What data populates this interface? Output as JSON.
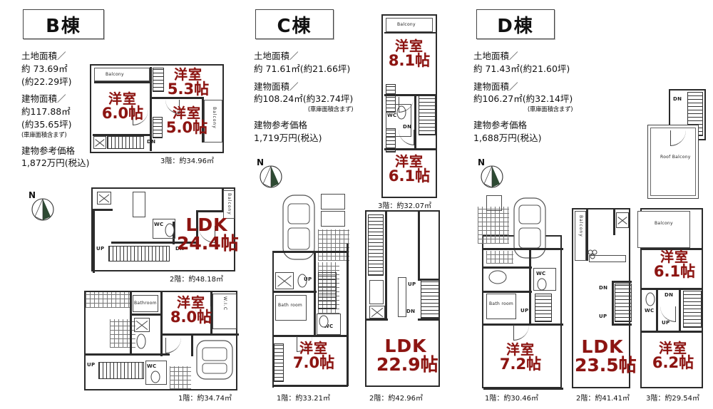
{
  "meta": {
    "accent_red": "#8c1411",
    "ink": "#2b2b2b",
    "unit_tsubo": "坪",
    "unit_jo": "帖",
    "unit_sqm": "m²"
  },
  "buildings": [
    {
      "id": "B",
      "title": "B棟",
      "specs": {
        "land_label": "土地面積／",
        "land_value": "約 73.69㎡",
        "land_tsubo": "(約22.29坪)",
        "building_label": "建物面積／",
        "building_value": "約117.88㎡",
        "building_tsubo": "(約35.65坪)",
        "note": "(車庫面積含まず)",
        "price_label": "建物参考価格",
        "price_value": "1,872万円(税込)"
      },
      "compass_label": "N",
      "floors": [
        {
          "name": "3F",
          "area_caption": "3階：約34.96㎡",
          "rooms": [
            {
              "name": "洋室",
              "size": "6.0帖"
            },
            {
              "name": "洋室",
              "size": "5.3帖"
            },
            {
              "name": "洋室",
              "size": "5.0帖"
            }
          ],
          "small_labels": [
            "Balcony",
            "Balcony",
            "DN"
          ]
        },
        {
          "name": "2F",
          "area_caption": "2階：約48.18㎡",
          "rooms": [
            {
              "name": "LDK",
              "size": "24.4帖"
            }
          ],
          "small_labels": [
            "Balcony",
            "WC",
            "UP",
            "DN"
          ]
        },
        {
          "name": "1F",
          "area_caption": "1階：約34.74㎡",
          "rooms": [
            {
              "name": "洋室",
              "size": "8.0帖"
            }
          ],
          "small_labels": [
            "Bathroom",
            "W.I.C",
            "WC",
            "UP"
          ]
        }
      ]
    },
    {
      "id": "C",
      "title": "C棟",
      "specs": {
        "land_label": "土地面積／",
        "land_value": "約 71.61㎡",
        "land_tsubo": "(約21.66坪)",
        "building_label": "建物面積／",
        "building_value": "約108.24㎡",
        "building_tsubo": "(約32.74坪)",
        "note": "(車庫面積含まず)",
        "price_label": "建物参考価格",
        "price_value": "1,719万円(税込)"
      },
      "compass_label": "N",
      "floors": [
        {
          "name": "3F",
          "area_caption": "3階：約32.07㎡",
          "rooms": [
            {
              "name": "洋室",
              "size": "8.1帖"
            },
            {
              "name": "洋室",
              "size": "6.1帖"
            }
          ],
          "small_labels": [
            "Balcony",
            "WC",
            "DN"
          ]
        },
        {
          "name": "2F",
          "area_caption": "2階：約42.96㎡",
          "rooms": [
            {
              "name": "LDK",
              "size": "22.9帖"
            }
          ],
          "small_labels": [
            "UP",
            "DN"
          ]
        },
        {
          "name": "1F",
          "area_caption": "1階：約33.21㎡",
          "rooms": [
            {
              "name": "洋室",
              "size": "7.0帖"
            }
          ],
          "small_labels": [
            "Bath room",
            "WC",
            "UP"
          ]
        }
      ]
    },
    {
      "id": "D",
      "title": "D棟",
      "specs": {
        "land_label": "土地面積／",
        "land_value": "約 71.43㎡",
        "land_tsubo": "(約21.60坪)",
        "building_label": "建物面積／",
        "building_value": "約106.27㎡",
        "building_tsubo": "(約32.14坪)",
        "note": "(車庫面積含まず)",
        "price_label": "建物参考価格",
        "price_value": "1,688万円(税込)"
      },
      "compass_label": "N",
      "floors": [
        {
          "name": "RF",
          "area_caption": "",
          "rooms": [],
          "small_labels": [
            "DN",
            "Roof Balcony"
          ]
        },
        {
          "name": "3F",
          "area_caption": "3階：約29.54㎡",
          "rooms": [
            {
              "name": "洋室",
              "size": "6.1帖"
            },
            {
              "name": "洋室",
              "size": "6.2帖"
            }
          ],
          "small_labels": [
            "Balcony",
            "WC",
            "DN",
            "UP"
          ]
        },
        {
          "name": "2F",
          "area_caption": "2階：約41.41㎡",
          "rooms": [
            {
              "name": "LDK",
              "size": "23.5帖"
            }
          ],
          "small_labels": [
            "Balcony",
            "DN",
            "UP"
          ]
        },
        {
          "name": "1F",
          "area_caption": "1階：約30.46㎡",
          "rooms": [
            {
              "name": "洋室",
              "size": "7.2帖"
            }
          ],
          "small_labels": [
            "Bath room",
            "WC",
            "UP"
          ]
        }
      ]
    }
  ]
}
